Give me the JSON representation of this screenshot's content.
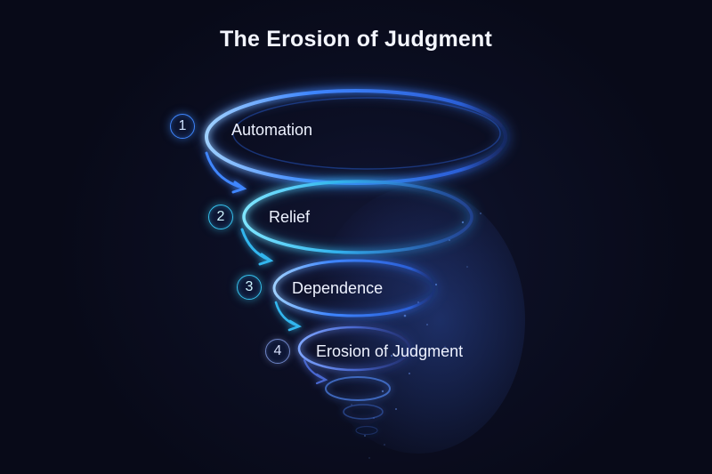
{
  "diagram": {
    "title": "The Erosion of Judgment",
    "stages": [
      {
        "number": "1",
        "label": "Automation"
      },
      {
        "number": "2",
        "label": "Relief"
      },
      {
        "number": "3",
        "label": "Dependence"
      },
      {
        "number": "4",
        "label": "Erosion of Judgment"
      }
    ],
    "colors": {
      "background": "#0a0c1c",
      "ring_blue": "#3f86ff",
      "ring_cyan": "#36c2ee",
      "ring_muted": "#6f86c8",
      "text": "#eef2ff"
    }
  }
}
